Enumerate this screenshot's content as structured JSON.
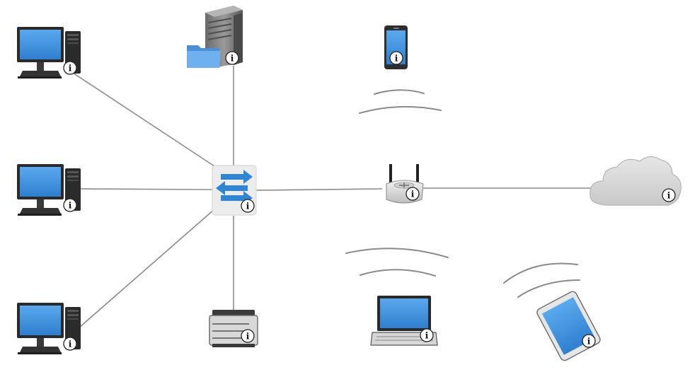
{
  "diagram": {
    "type": "network-topology",
    "nodes": [
      {
        "id": "pc-top",
        "kind": "desktop-computer"
      },
      {
        "id": "pc-middle",
        "kind": "desktop-computer"
      },
      {
        "id": "pc-bottom",
        "kind": "desktop-computer"
      },
      {
        "id": "file-server",
        "kind": "file-server"
      },
      {
        "id": "network-switch",
        "kind": "switch"
      },
      {
        "id": "printer",
        "kind": "printer"
      },
      {
        "id": "wireless-router",
        "kind": "wireless-router"
      },
      {
        "id": "internet-cloud",
        "kind": "cloud"
      },
      {
        "id": "smartphone",
        "kind": "smartphone",
        "connection": "wireless"
      },
      {
        "id": "laptop",
        "kind": "laptop",
        "connection": "wireless"
      },
      {
        "id": "tablet",
        "kind": "tablet",
        "connection": "wireless"
      }
    ],
    "links": [
      {
        "from": "pc-top",
        "to": "network-switch"
      },
      {
        "from": "pc-middle",
        "to": "network-switch"
      },
      {
        "from": "pc-bottom",
        "to": "network-switch"
      },
      {
        "from": "file-server",
        "to": "network-switch"
      },
      {
        "from": "printer",
        "to": "network-switch"
      },
      {
        "from": "network-switch",
        "to": "wireless-router"
      },
      {
        "from": "wireless-router",
        "to": "internet-cloud"
      }
    ],
    "info_badge_glyph": "i",
    "colors": {
      "screen_blue": "#3d8fd8",
      "link_gray": "#8c8c8c",
      "arrow_blue": "#2f86d6",
      "cloud_gray": "#d6d6d6"
    }
  }
}
